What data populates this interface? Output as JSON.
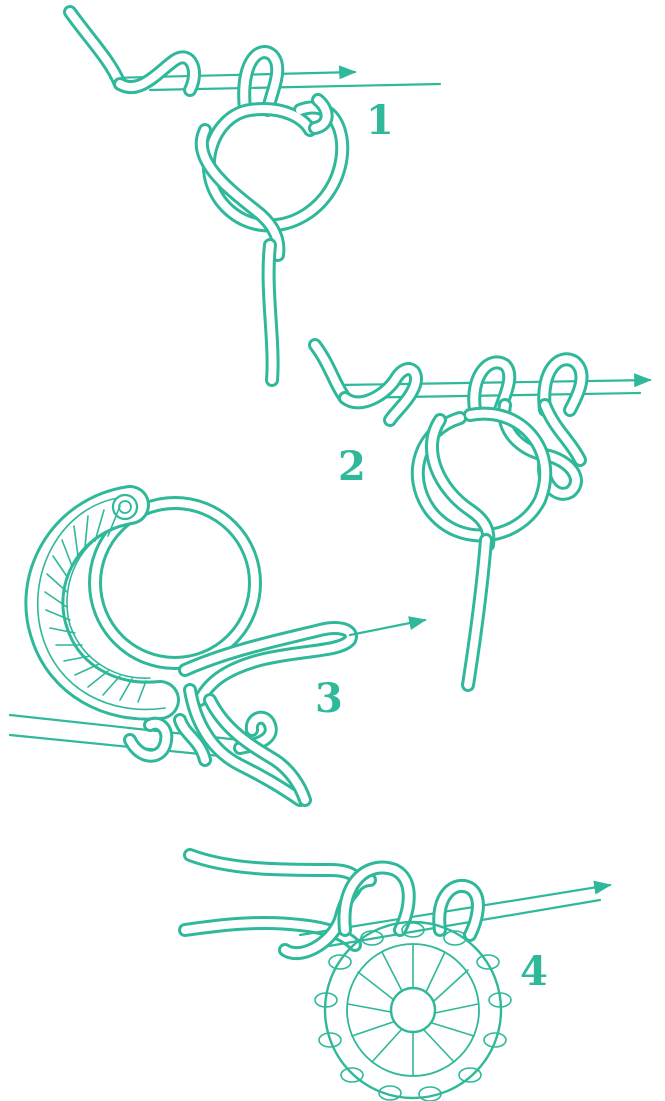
{
  "palette": {
    "yarn": "#2fb89a",
    "background": "#ffffff"
  },
  "steps": [
    {
      "number": "1"
    },
    {
      "number": "2"
    },
    {
      "number": "3"
    },
    {
      "number": "4"
    }
  ]
}
